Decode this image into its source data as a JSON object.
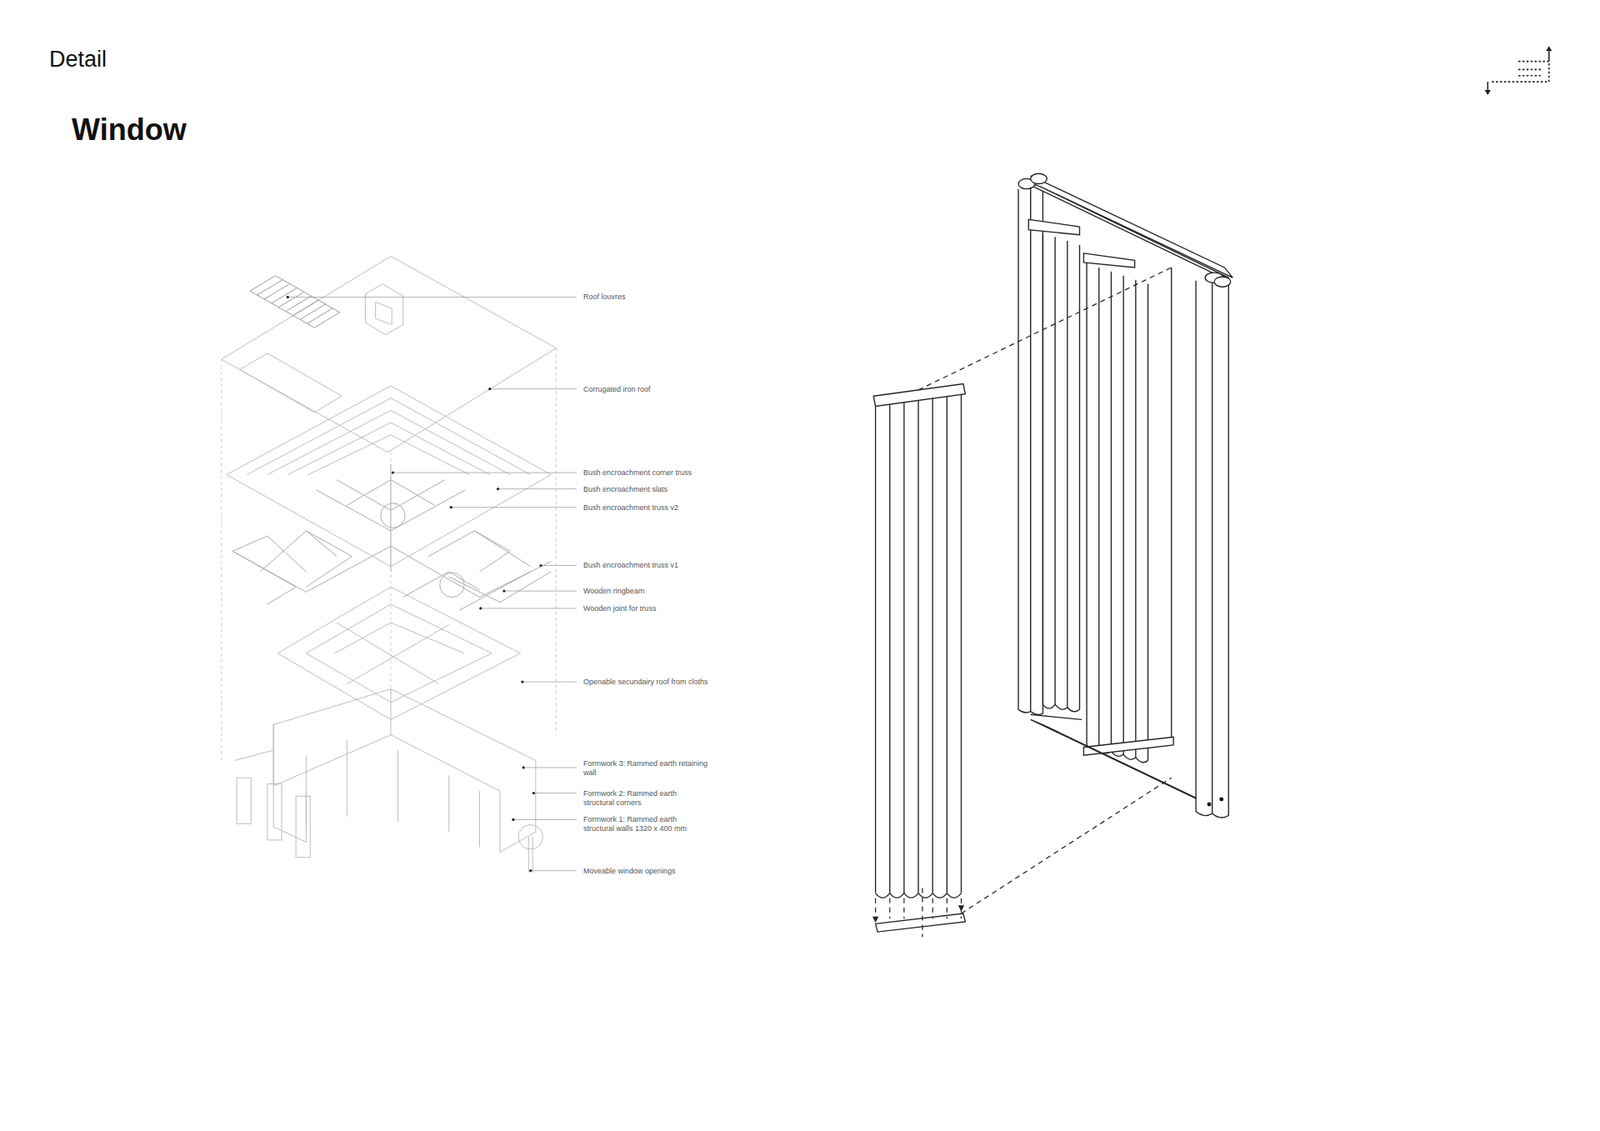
{
  "diagram": {
    "title": "Window",
    "labels": [
      "Detail",
      "Roof louvres",
      "Corrugated iron roof",
      "Bush encroachment corner truss",
      "Bush encroachment slats",
      "Bush encroachment truss v2",
      "Bush encroachment truss v1",
      "Wooden ringbeam",
      "Wooden joint for truss",
      "Openable secundairy roof from cloths",
      "Formwork 3: Rammed earth retaining wall",
      "Formwork 2: Rammed earth structural corners",
      "Formwork 1: Rammed earth structural walls 1320 x 400 mm",
      "Moveable window openings"
    ]
  }
}
